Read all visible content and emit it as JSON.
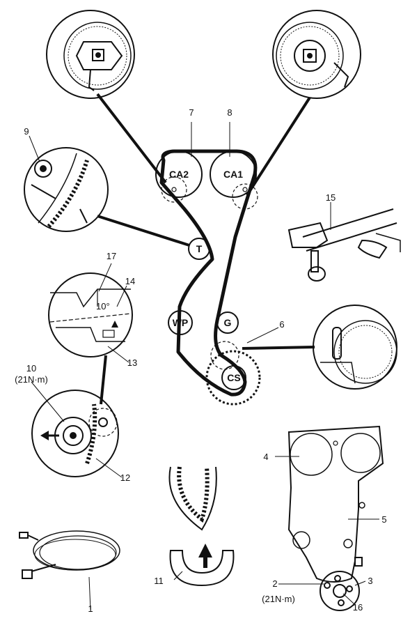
{
  "pulleys": {
    "ca2": "CA2",
    "ca1": "CA1",
    "t": "T",
    "wp": "WP",
    "g": "G",
    "cs": "CS"
  },
  "callouts": {
    "n1": "1",
    "n2": "2",
    "n3": "3",
    "n4": "4",
    "n5": "5",
    "n6": "6",
    "n7": "7",
    "n8": "8",
    "n9": "9",
    "n10": "10",
    "n11": "11",
    "n12": "12",
    "n13": "13",
    "n14": "14",
    "n15": "15",
    "n16": "16",
    "n17": "17"
  },
  "torque": {
    "upper": "(21N·m)",
    "lower": "(21N·m)"
  },
  "angle": "10°"
}
